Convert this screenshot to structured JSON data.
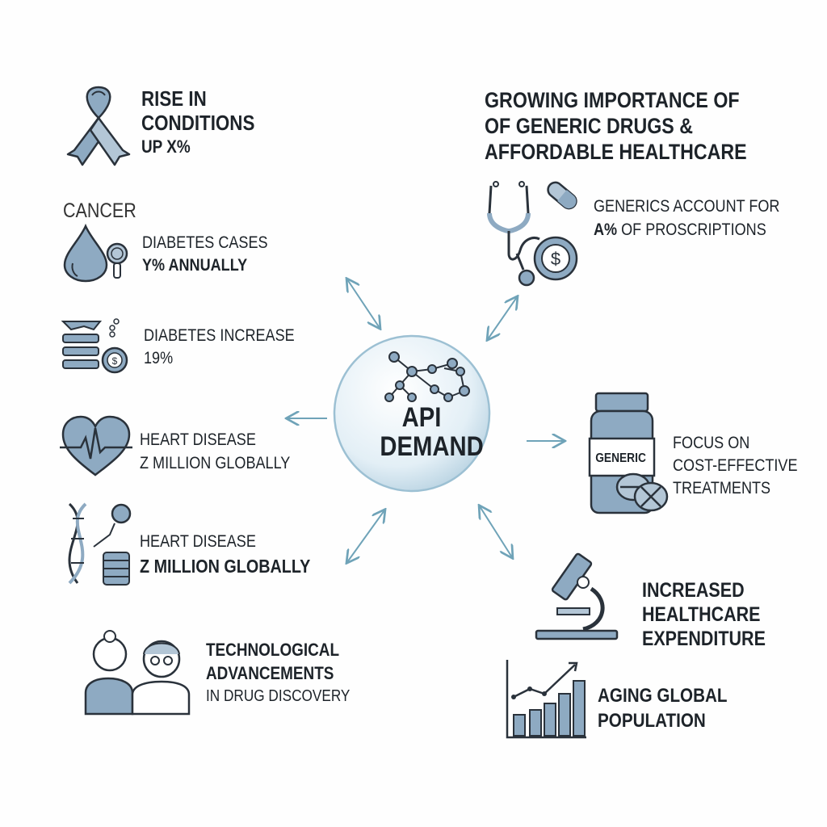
{
  "center": {
    "line1": "API",
    "line2": "DEMAND"
  },
  "left": {
    "rise": {
      "line1": "RISE IN",
      "line2": "CONDITIONS",
      "line3": "UP X%"
    },
    "cancer_label": "CANCER",
    "diabetes_cases": {
      "line1": "DIABETES CASES",
      "line2": "Y% ANNUALLY"
    },
    "diabetes_increase": {
      "line1": "DIABETES INCREASE",
      "line2": "19%"
    },
    "heart_disease_1": {
      "line1": "HEART DISEASE",
      "line2": "Z MILLION GLOBALLY"
    },
    "heart_disease_2": {
      "line1": "HEART DISEASE",
      "line2": "Z MILLION GLOBALLY"
    },
    "tech": {
      "line1": "TECHNOLOGICAL",
      "line2": "ADVANCEMENTS",
      "line3": "IN DRUG DISCOVERY"
    }
  },
  "right": {
    "title": {
      "line1": "GROWING IMPORTANCE OF",
      "line2": "OF GENERIC DRUGS &",
      "line3": "AFFORDABLE HEALTHCARE"
    },
    "generics": {
      "line1": "GENERICS ACCOUNT FOR",
      "line2_bold": "A%",
      "line2_rest": " OF PROSCRIPTIONS"
    },
    "bottle_label": "GENERIC",
    "focus": {
      "line1": "FOCUS ON",
      "line2": "COST-EFFECTIVE",
      "line3": "TREATMENTS"
    },
    "expenditure": {
      "line1": "INCREASED",
      "line2": "HEALTHCARE",
      "line3": "EXPENDITURE"
    },
    "aging": {
      "line1": "AGING GLOBAL",
      "line2": "POPULATION"
    }
  },
  "colors": {
    "icon_fill": "#8eaac2",
    "icon_stroke": "#2a323b",
    "arrow": "#6fa3b8",
    "text": "#1d2329"
  }
}
